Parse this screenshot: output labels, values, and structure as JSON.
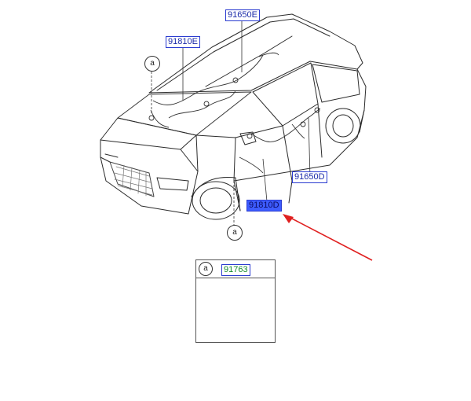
{
  "labels": {
    "top_harness": "91650E",
    "roof_harness": "91810E",
    "door_harness": "91650D",
    "floor_harness": "91810D",
    "grommet": "91763"
  },
  "callouts": {
    "upper": "a",
    "lower": "a",
    "detail": "a"
  },
  "colors": {
    "label_text": "#1a2aa8",
    "label_border": "#2a3bd0",
    "highlight_fill": "#3d5cff",
    "arrow": "#e02020",
    "detail_label_text": "#128a2a"
  }
}
